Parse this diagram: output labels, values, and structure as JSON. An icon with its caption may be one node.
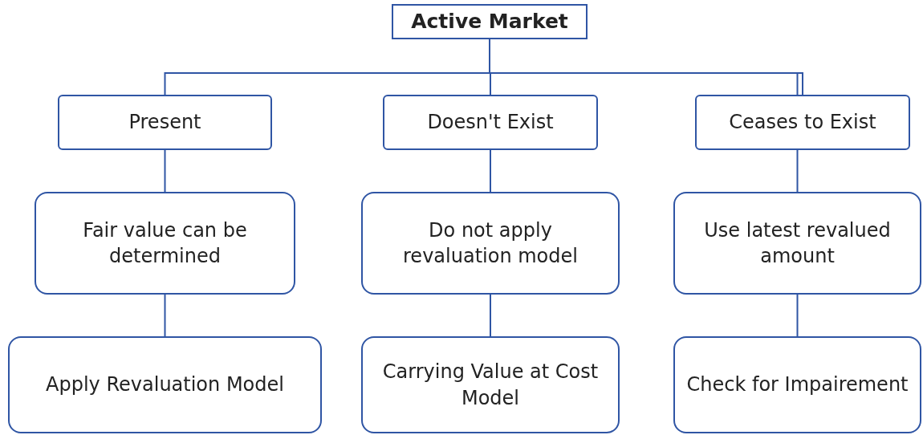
{
  "diagram": {
    "nodes": [
      {
        "text": [
          "Active Market"
        ]
      },
      {
        "text": [
          "Present"
        ]
      },
      {
        "text": [
          "Doesn't Exist"
        ]
      },
      {
        "text": [
          "Ceases to Exist"
        ]
      },
      {
        "text": [
          "Fair value can be determined"
        ]
      },
      {
        "text": [
          "Do not apply revaluation model"
        ]
      },
      {
        "text": [
          "Use latest revalued amount"
        ]
      },
      {
        "text": [
          "Apply Revaluation Model"
        ]
      },
      {
        "text": [
          "Carrying Value at Cost Model"
        ]
      },
      {
        "text": [
          "Check for Impairement"
        ]
      }
    ],
    "edges": [
      {
        "from": 0,
        "to": 1,
        "arrow": "none"
      },
      {
        "from": 0,
        "to": 2,
        "arrow": "none"
      },
      {
        "from": 0,
        "to": 3,
        "arrow": "none"
      },
      {
        "from": 1,
        "to": 4,
        "arrow": "none"
      },
      {
        "from": 4,
        "to": 7,
        "arrow": "none"
      },
      {
        "from": 2,
        "to": 5,
        "arrow": "none"
      },
      {
        "from": 5,
        "to": 8,
        "arrow": "none"
      },
      {
        "from": 3,
        "to": 6,
        "arrow": "none"
      },
      {
        "from": 6,
        "to": 9,
        "arrow": "none"
      }
    ]
  }
}
